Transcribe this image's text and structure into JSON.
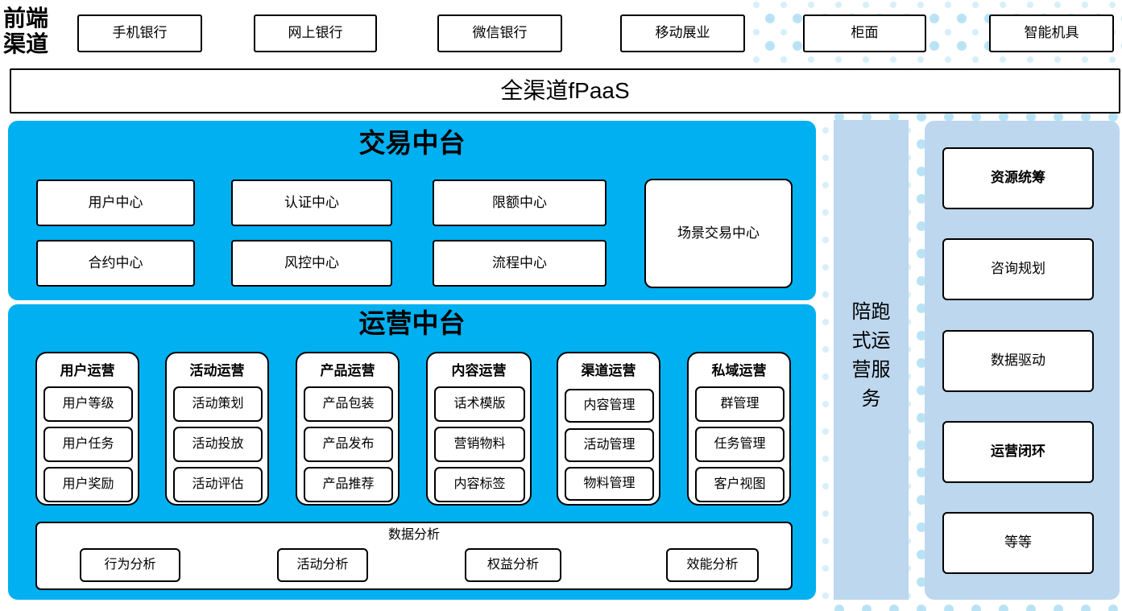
{
  "colors": {
    "primary_blue": "#00B0F0",
    "panel_light_blue": "#BDD7EE",
    "dot_pattern_blue": "#C9E8F7",
    "box_border": "#000000"
  },
  "front_channels": {
    "label": "前端渠道",
    "items": [
      "手机银行",
      "网上银行",
      "微信银行",
      "移动展业",
      "柜面",
      "智能机具"
    ]
  },
  "fpaas_bar": {
    "label": "全渠道fPaaS"
  },
  "transaction_platform": {
    "title": "交易中台",
    "centers": [
      "用户中心",
      "认证中心",
      "限额中心",
      "合约中心",
      "风控中心",
      "流程中心"
    ],
    "scene_center": "场景交易中心"
  },
  "operation_platform": {
    "title": "运营中台",
    "columns": [
      {
        "title": "用户运营",
        "items": [
          "用户等级",
          "用户任务",
          "用户奖励"
        ]
      },
      {
        "title": "活动运营",
        "items": [
          "活动策划",
          "活动投放",
          "活动评估"
        ]
      },
      {
        "title": "产品运营",
        "items": [
          "产品包装",
          "产品发布",
          "产品推荐"
        ]
      },
      {
        "title": "内容运营",
        "items": [
          "话术模版",
          "营销物料",
          "内容标签"
        ]
      },
      {
        "title": "渠道运营",
        "items": [
          "内容管理",
          "活动管理",
          "物料管理"
        ]
      },
      {
        "title": "私域运营",
        "items": [
          "群管理",
          "任务管理",
          "客户视图"
        ]
      }
    ],
    "data_analysis": {
      "title": "数据分析",
      "items": [
        "行为分析",
        "活动分析",
        "权益分析",
        "效能分析"
      ]
    }
  },
  "companion_bar": {
    "label": "陪跑式运营服务"
  },
  "service_panel": {
    "items": [
      "资源统筹",
      "咨询规划",
      "数据驱动",
      "运营闭环",
      "等等"
    ]
  }
}
